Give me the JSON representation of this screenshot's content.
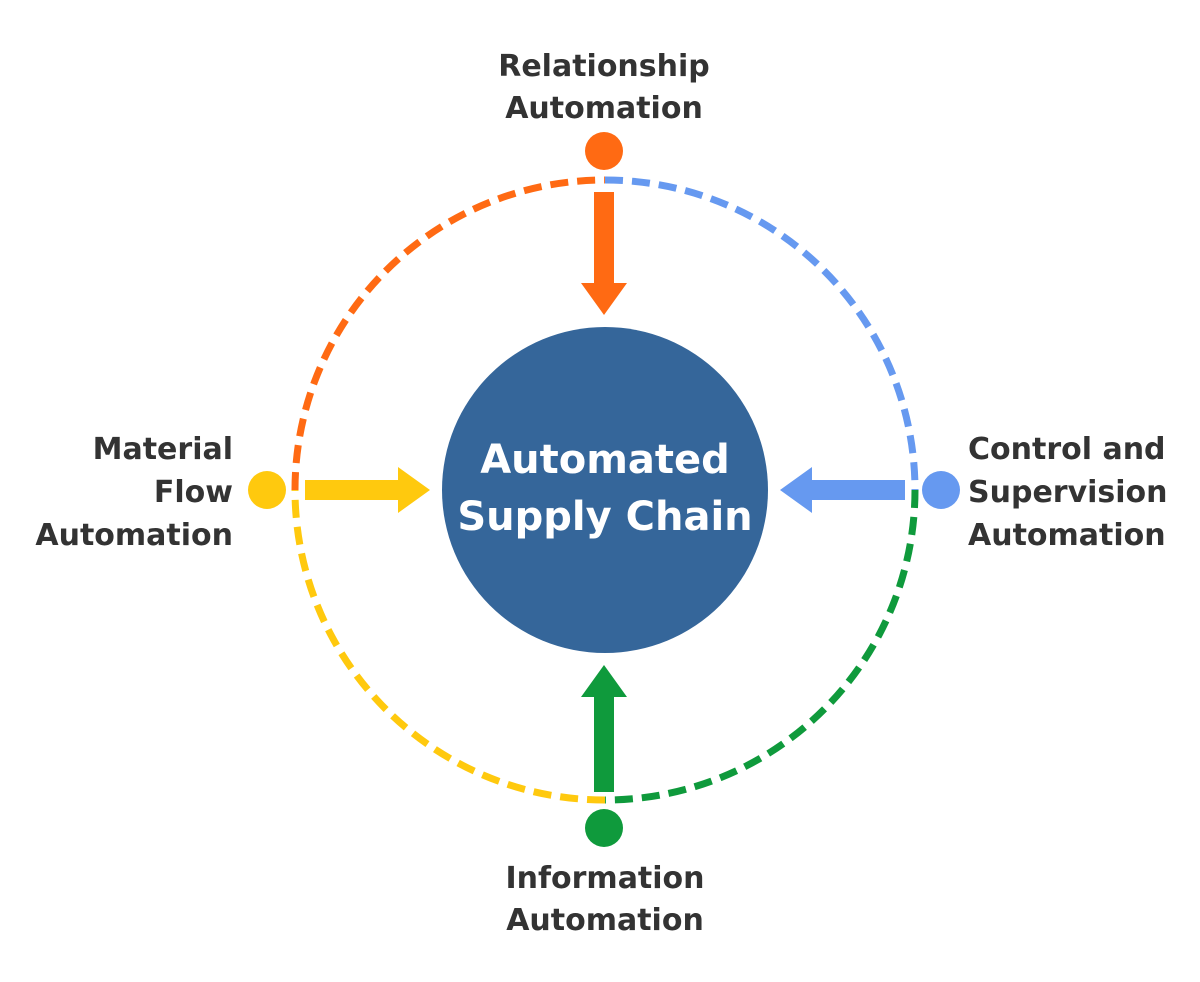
{
  "title": "Automated Supply Chain",
  "center": {
    "line1": "Automated",
    "line2": "Supply Chain",
    "color": "#35669A"
  },
  "nodes": [
    {
      "id": "relationship",
      "position": "top",
      "lines": [
        "Relationship",
        "Automation"
      ],
      "color": "#FF6A13",
      "arrow_direction": "down"
    },
    {
      "id": "control-supervision",
      "position": "right",
      "lines": [
        "Control and",
        "Supervision",
        "Automation"
      ],
      "color": "#6699F0",
      "arrow_direction": "left"
    },
    {
      "id": "information",
      "position": "bottom",
      "lines": [
        "Information",
        "Automation"
      ],
      "color": "#0F9A3C",
      "arrow_direction": "up"
    },
    {
      "id": "material-flow",
      "position": "left",
      "lines": [
        "Material",
        "Flow",
        "Automation"
      ],
      "color": "#FFC90E",
      "arrow_direction": "right"
    }
  ],
  "ring_segments": [
    {
      "from": "top",
      "to": "right",
      "color": "#6699F0"
    },
    {
      "from": "right",
      "to": "bottom",
      "color": "#0F9A3C"
    },
    {
      "from": "bottom",
      "to": "left",
      "color": "#FFC90E"
    },
    {
      "from": "left",
      "to": "top",
      "color": "#FF6A13"
    }
  ],
  "text_color": "#333333"
}
